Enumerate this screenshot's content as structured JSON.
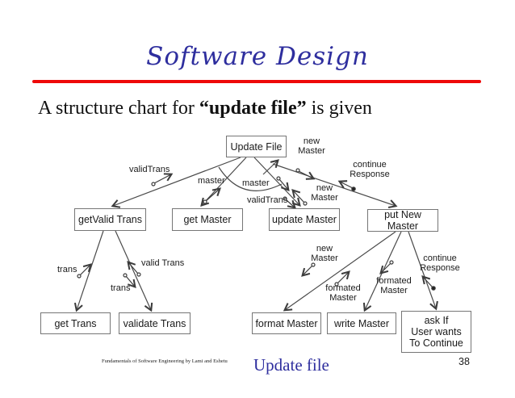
{
  "slide": {
    "title": "Software Design",
    "body": {
      "prefix": "A structure chart for ",
      "quoted_bold": "“update file”",
      "suffix": " is given"
    },
    "footer": {
      "left": "Fundamentals of Software Engineering by Lami and Eshetu",
      "center": "Update file",
      "page_number": "38"
    }
  },
  "colors": {
    "title_blue": "#2e2e9e",
    "divider_red": "#ee0909",
    "diagram_line": "#3c3c3c",
    "box_border": "#767676"
  },
  "diagram": {
    "type": "structure-chart",
    "nodes": {
      "update_file": "Update File",
      "getvalid_trans": "getValid Trans",
      "get_master": "get Master",
      "update_master": "update Master",
      "put_new_master": "put New Master",
      "get_trans": "get Trans",
      "validate_trans": "validate Trans",
      "format_master": "format Master",
      "write_master": "write Master",
      "ask_if": "ask If\nUser wants\nTo Continue"
    },
    "edges": [
      "Update File -> getValid Trans",
      "Update File -> get Master",
      "Update File -> update Master",
      "Update File -> put New Master",
      "getValid Trans -> get Trans",
      "getValid Trans -> validate Trans",
      "put New Master -> format Master",
      "put New Master -> write Master",
      "put New Master -> ask If User wants To Continue"
    ],
    "couples": {
      "validtrans_up_left": "validTrans",
      "master_up": "master",
      "master_down": "master",
      "validtrans_down": "validTrans",
      "new_master_down_top": "new\nMaster",
      "new_master_up_mid": "new\nMaster",
      "continue_response_up_top": "continue\nResponse",
      "trans_up": "trans",
      "valid_trans_up": "valid Trans",
      "trans_down": "trans",
      "new_master_down_right": "new\nMaster",
      "formated_master_up": "formated\nMaster",
      "formated_master_down": "formated\nMaster",
      "continue_response_up_right": "continue\nResponse"
    }
  }
}
